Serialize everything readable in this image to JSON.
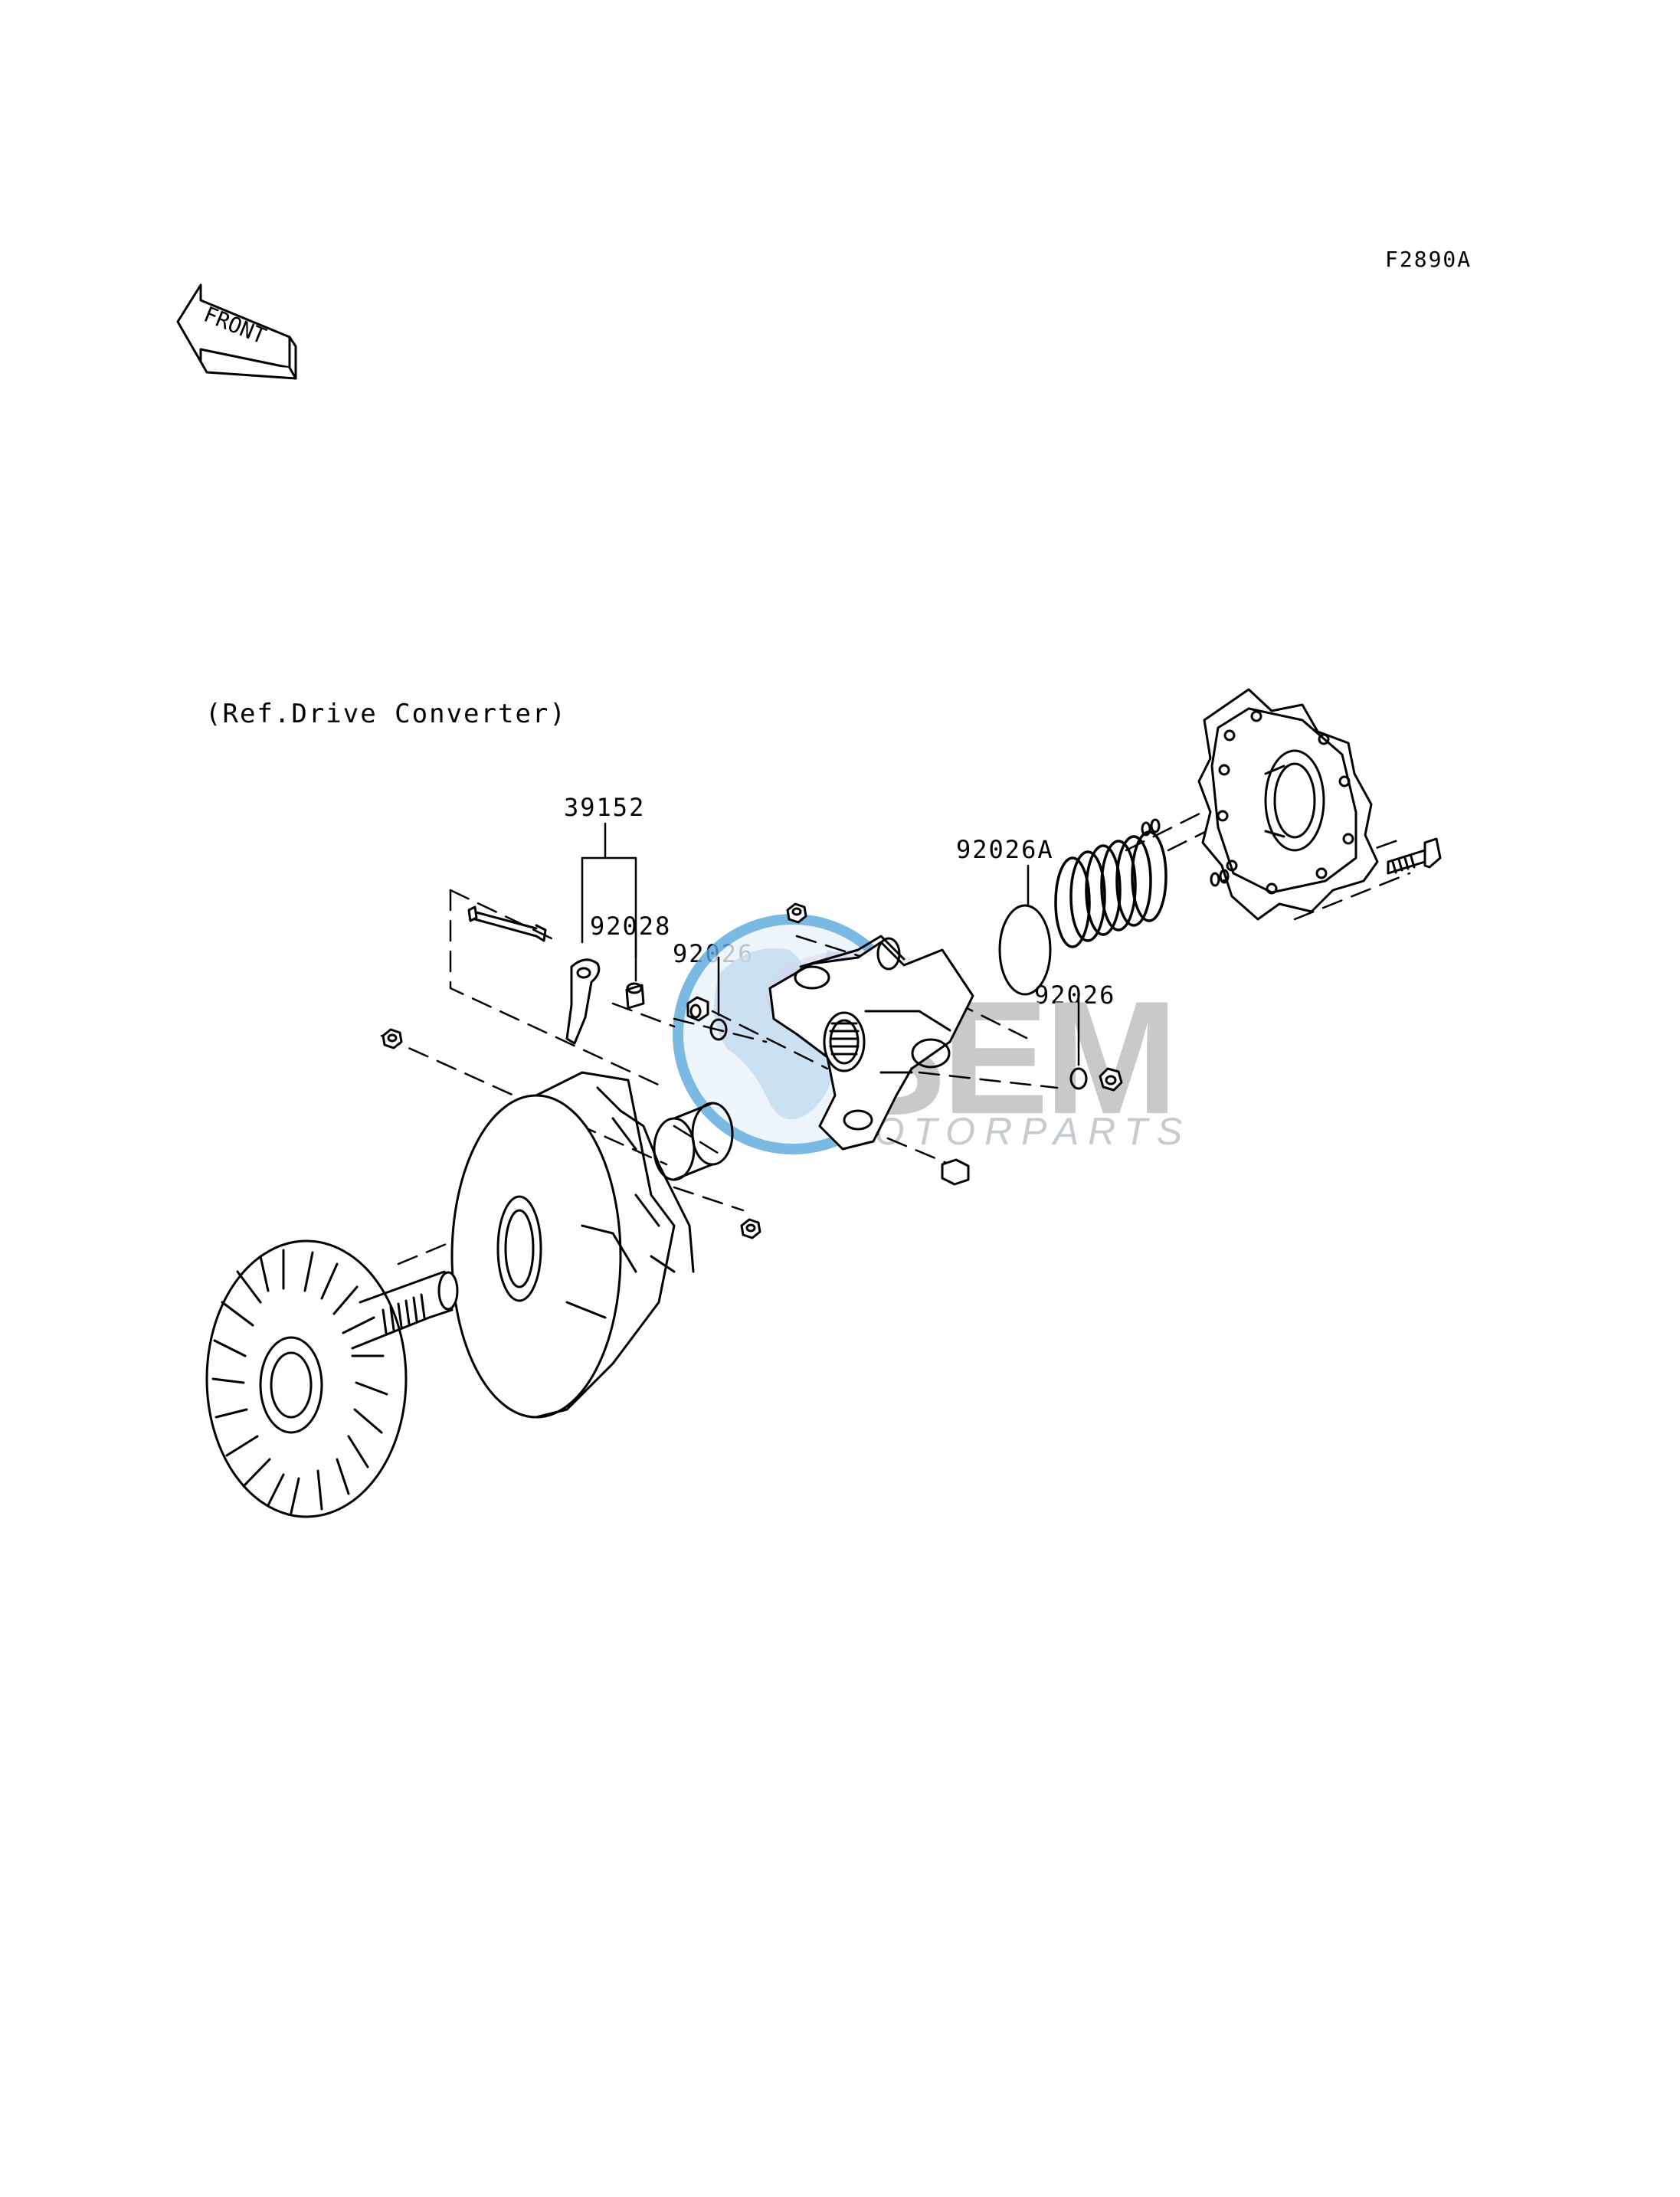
{
  "figure_id": "F2890A",
  "front_arrow": {
    "text": "FRONT"
  },
  "reference_note": "(Ref.Drive Converter)",
  "part_numbers": [
    {
      "number": "39152"
    },
    {
      "number": "92028"
    },
    {
      "number": "92026"
    },
    {
      "number": "92026A"
    },
    {
      "number": "92026"
    }
  ],
  "watermark": {
    "brand": "SEM",
    "tagline": "MOTORPARTS",
    "colors": {
      "globe": "#5aa9dc",
      "land": "#e7f0f7",
      "text": "#c9c9c9"
    }
  },
  "colors": {
    "line": "#000000",
    "background": "#ffffff"
  }
}
